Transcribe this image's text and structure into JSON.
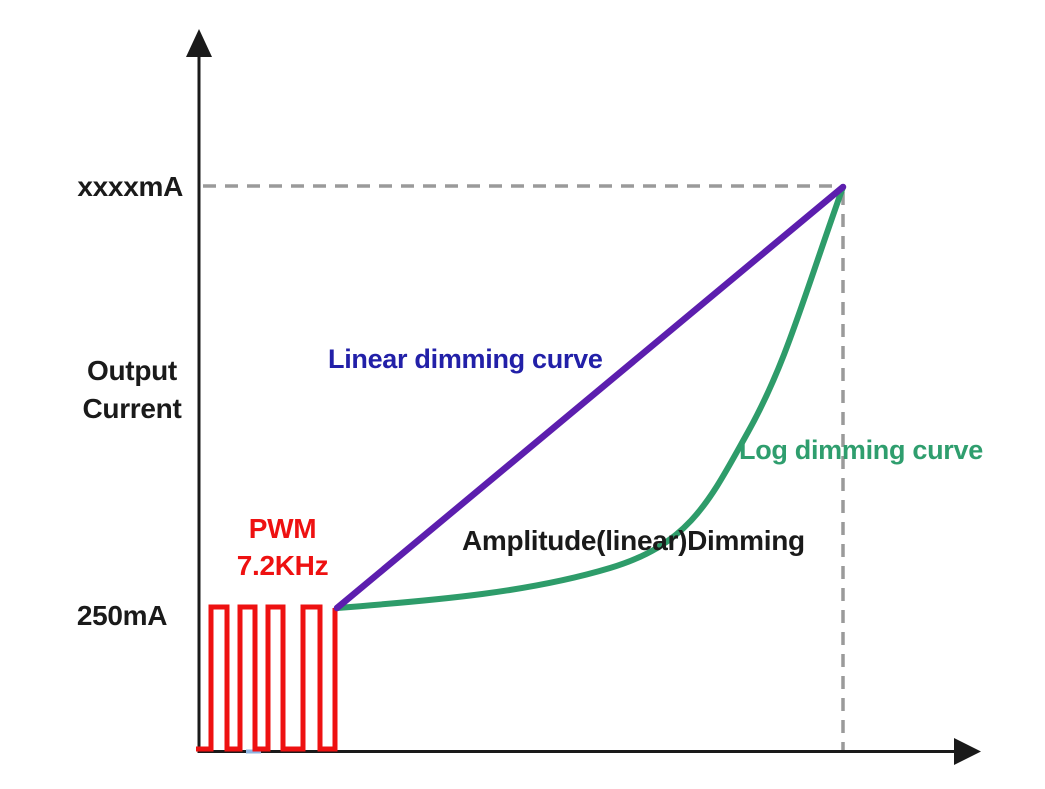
{
  "colors": {
    "axis": "#1a1a1a",
    "dashed": "#9a9a9a",
    "linear_curve": "#5c1eae",
    "linear_label": "#2220a8",
    "log_curve": "#2e9c6a",
    "log_label": "#2f9e6e",
    "pwm": "#ee1111",
    "text": "#1a1a1a",
    "artifact": "#8db4e2"
  },
  "labels": {
    "y_axis_title": "Output\nCurrent",
    "y_max_tick": "xxxxmA",
    "y_min_tick": "250mA",
    "pwm_annotation": "PWM\n7.2KHz",
    "linear_curve": "Linear dimming curve",
    "log_curve": "Log dimming curve",
    "amplitude_annotation": "Amplitude(linear)Dimming"
  },
  "chart_data": {
    "type": "line",
    "title": "",
    "xlabel": "",
    "ylabel": "Output Current",
    "y_ticks": [
      "250mA",
      "xxxxmA"
    ],
    "y_range_labels": {
      "min": "250mA",
      "max": "xxxxmA"
    },
    "x_range_normalized": [
      0,
      1
    ],
    "grid": false,
    "legend_position": "inline-annotations",
    "reference_lines": [
      {
        "type": "horizontal-dashed",
        "at_y_label": "xxxxmA"
      },
      {
        "type": "vertical-dashed",
        "at_x_normalized": 1
      }
    ],
    "series": [
      {
        "name": "Linear dimming curve",
        "color": "#5c1eae",
        "shape": "straight",
        "points_normalized": [
          {
            "x": 0,
            "y": 0
          },
          {
            "x": 1,
            "y": 1
          }
        ]
      },
      {
        "name": "Log dimming curve",
        "color": "#2e9c6a",
        "shape": "exponential",
        "points_normalized": [
          {
            "x": 0,
            "y": 0
          },
          {
            "x": 0.22,
            "y": 0.02
          },
          {
            "x": 0.39,
            "y": 0.04
          },
          {
            "x": 0.56,
            "y": 0.1
          },
          {
            "x": 0.72,
            "y": 0.23
          },
          {
            "x": 0.82,
            "y": 0.42
          },
          {
            "x": 0.87,
            "y": 0.61
          },
          {
            "x": 0.92,
            "y": 0.73
          },
          {
            "x": 1,
            "y": 1
          }
        ]
      },
      {
        "name": "PWM 7.2KHz",
        "color": "#ee1111",
        "shape": "square-wave",
        "description": "PWM pulse train between zero and 250mA level at low dimming range",
        "pulse_count": 5
      }
    ],
    "annotations": [
      {
        "text": "Linear dimming curve",
        "color": "#2220a8"
      },
      {
        "text": "Log dimming curve",
        "color": "#2f9e6e"
      },
      {
        "text": "Amplitude(linear)Dimming",
        "color": "#1a1a1a"
      },
      {
        "text": "PWM 7.2KHz",
        "color": "#ee1111"
      }
    ]
  }
}
